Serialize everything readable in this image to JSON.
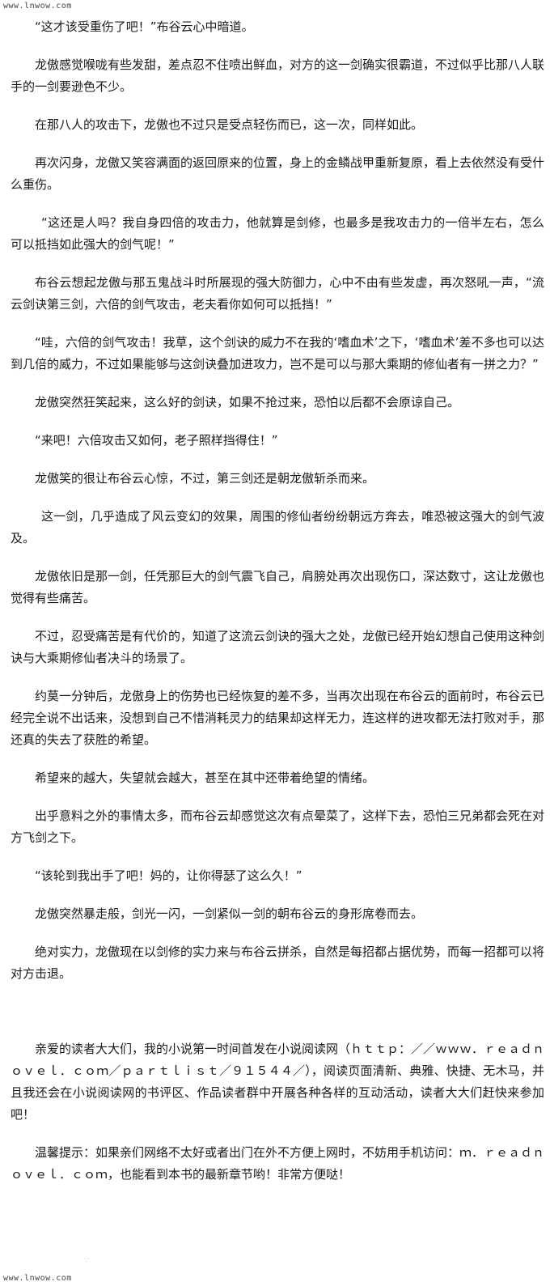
{
  "watermark": {
    "top": "www.lnwow.com",
    "bottom": "www.lnwow.com"
  },
  "paragraphs": [
    "“这才该受重伤了吧！”布谷云心中暗道。",
    "龙傲感觉喉咙有些发甜，差点忍不住喷出鲜血，对方的这一剑确实很霸道，不过似乎比那八人联手的一剑要逊色不少。",
    "在那八人的攻击下，龙傲也不过只是受点轻伤而已，这一次，同样如此。",
    "再次闪身，龙傲又笑容满面的返回原来的位置，身上的金鳞战甲重新复原，看上去依然没有受什么重伤。",
    "“这还是人吗？我自身四倍的攻击力，他就算是剑修，也最多是我攻击力的一倍半左右，怎么可以抵挡如此强大的剑气呢！”",
    "布谷云想起龙傲与那五鬼战斗时所展现的强大防御力，心中不由有些发虚，再次怒吼一声，“流云剑诀第三剑，六倍的剑气攻击，老夫看你如何可以抵挡！”",
    "“哇，六倍的剑气攻击！我草，这个剑诀的威力不在我的‘嗜血术’之下，‘嗜血术’差不多也可以达到几倍的威力，不过如果能够与这剑诀叠加进攻力，岂不是可以与那大乘期的修仙者有一拼之力？”",
    "龙傲突然狂笑起来，这么好的剑诀，如果不抢过来，恐怕以后都不会原谅自己。",
    "“来吧！六倍攻击又如何，老子照样挡得住！”",
    "龙傲笑的很让布谷云心惊，不过，第三剑还是朝龙傲斩杀而来。",
    "这一剑，几乎造成了风云变幻的效果，周围的修仙者纷纷朝远方奔去，唯恐被这强大的剑气波及。",
    "龙傲依旧是那一剑，任凭那巨大的剑气震飞自己，肩膀处再次出现伤口，深达数寸，这让龙傲也觉得有些痛苦。",
    "不过，忍受痛苦是有代价的，知道了这流云剑诀的强大之处，龙傲已经开始幻想自己使用这种剑诀与大乘期修仙者决斗的场景了。",
    "约莫一分钟后，龙傲身上的伤势也已经恢复的差不多，当再次出现在布谷云的面前时，布谷云已经完全说不出话来，没想到自己不惜消耗灵力的结果却这样无力，连这样的进攻都无法打败对手，那还真的失去了获胜的希望。",
    "希望来的越大，失望就会越大，甚至在其中还带着绝望的情绪。",
    "出乎意料之外的事情太多，而布谷云却感觉这次有点晕菜了，这样下去，恐怕三兄弟都会死在对方飞剑之下。",
    "“该轮到我出手了吧！妈的，让你得瑟了这么久！”",
    "龙傲突然暴走般，剑光一闪，一剑紧似一剑的朝布谷云的身形席卷而去。",
    "绝对实力，龙傲现在以剑修的实力来与布谷云拼杀，自然是每招都占据优势，而每一招都可以将对方击退。"
  ],
  "footer": [
    "亲爱的读者大大们，我的小说第一时间首发在小说阅读网（ｈｔｔｐ：／／ｗｗｗ．ｒｅａｄｎｏｖｅｌ．ｃｏｍ／ｐａｒｔｌｉｓｔ／９１５４４／），阅读页面清新、典雅、快捷、无木马，并且我还会在小说阅读网的书评区、作品读者群中开展各种各样的互动活动，读者大大们赶快来参加吧！",
    "温馨提示：如果亲们网络不太好或者出门在外不方便上网时，不妨用手机访问：ｍ．ｒｅａｄｎｏｖｅｌ．ｃｏｍ，也能看到本书的最新章节哟！非常方便哒！"
  ]
}
